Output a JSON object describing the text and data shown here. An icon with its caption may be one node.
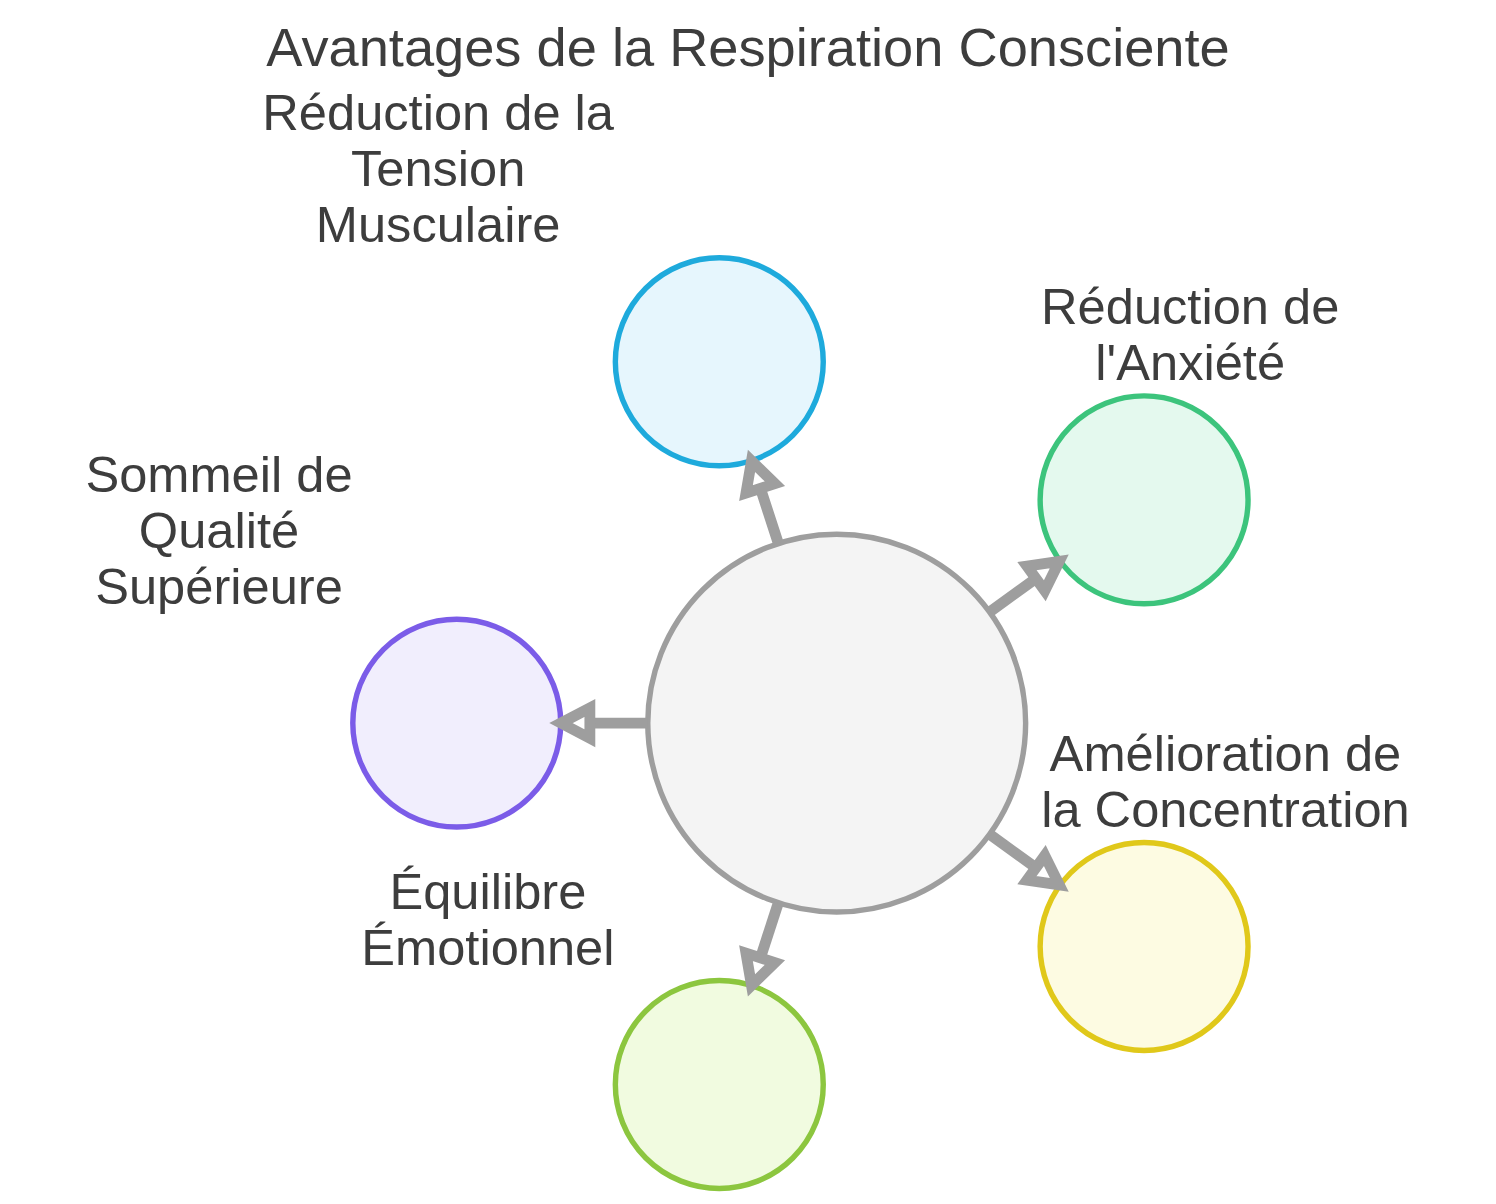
{
  "diagram": {
    "title": "Avantages de la Respiration Consciente",
    "nodes": [
      {
        "text": [],
        "shape": "circle"
      },
      {
        "text": [],
        "shape": "circle",
        "beside": [
          "Réduction de la Tension Musculaire"
        ]
      },
      {
        "text": [],
        "shape": "circle",
        "beside": [
          "Réduction de l'Anxiété"
        ]
      },
      {
        "text": [],
        "shape": "circle",
        "beside": [
          "Sommeil de Qualité Supérieure"
        ]
      },
      {
        "text": [],
        "shape": "circle",
        "beside": [
          "Amélioration de la Concentration"
        ]
      },
      {
        "text": [],
        "shape": "circle",
        "beside": [
          "Équilibre Émotionnel"
        ]
      }
    ],
    "edges": [
      {
        "from": 0,
        "to": 1,
        "arrow": "to"
      },
      {
        "from": 0,
        "to": 2,
        "arrow": "to"
      },
      {
        "from": 0,
        "to": 3,
        "arrow": "to"
      },
      {
        "from": 0,
        "to": 4,
        "arrow": "to"
      },
      {
        "from": 0,
        "to": 5,
        "arrow": "to"
      }
    ]
  }
}
